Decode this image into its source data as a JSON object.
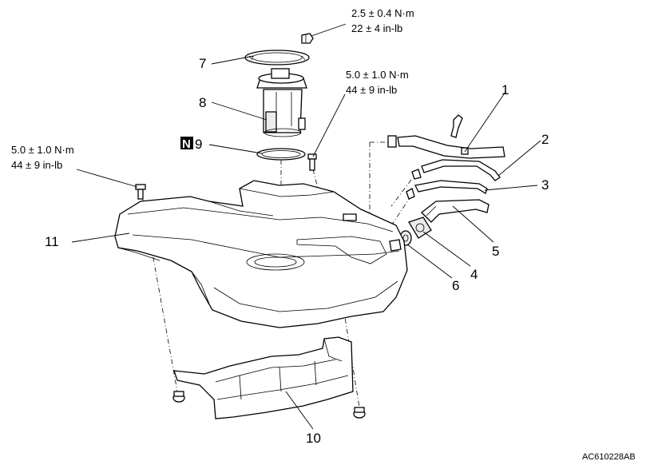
{
  "torques": {
    "fuel_pump_nut": {
      "nm": "2.5 ± 0.4 N·m",
      "inlb": "22 ± 4 in-lb"
    },
    "tank_bolt_right": {
      "nm": "5.0 ± 1.0 N·m",
      "inlb": "44 ± 9 in-lb"
    },
    "tank_bolt_left": {
      "nm": "5.0 ± 1.0 N·m",
      "inlb": "44 ± 9 in-lb"
    }
  },
  "callouts": {
    "c1": "1",
    "c2": "2",
    "c3": "3",
    "c4": "4",
    "c5": "5",
    "c6": "6",
    "c7": "7",
    "c8": "8",
    "c9_badge": "N",
    "c9": "9",
    "c10": "10",
    "c11": "11"
  },
  "figure_code": "AC610228AB"
}
